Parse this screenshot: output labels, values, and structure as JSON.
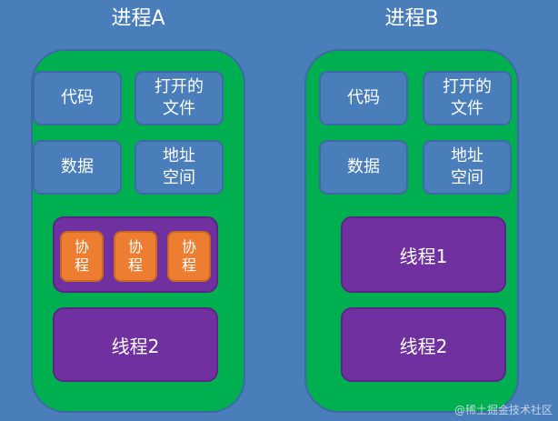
{
  "process_a": {
    "title": "进程A",
    "code": "代码",
    "open_files": "打开的\n文件",
    "data": "数据",
    "address_space": "地址\n空间",
    "coroutines": [
      "协\n程",
      "协\n程",
      "协\n程"
    ],
    "thread2": "线程2"
  },
  "process_b": {
    "title": "进程B",
    "code": "代码",
    "open_files": "打开的\n文件",
    "data": "数据",
    "address_space": "地址\n空间",
    "thread1": "线程1",
    "thread2": "线程2"
  },
  "watermark": "@稀土掘金技术社区",
  "colors": {
    "background": "#4a7ebb",
    "process": "#00b050",
    "thread": "#7030a0",
    "coroutine": "#ed7d31"
  }
}
